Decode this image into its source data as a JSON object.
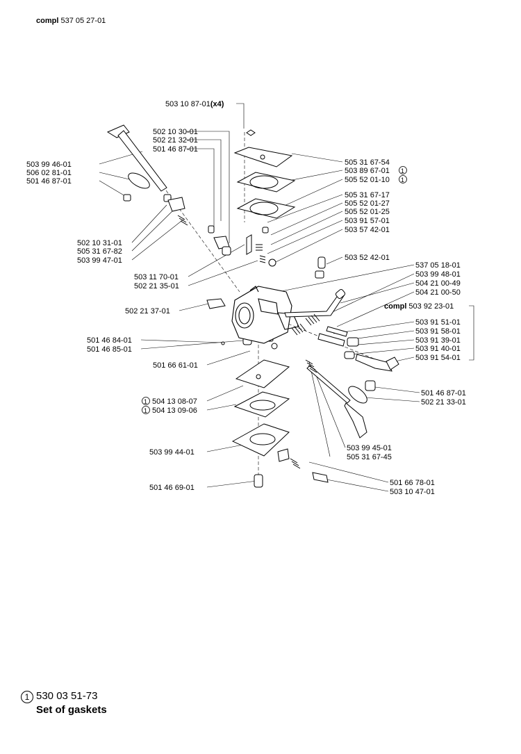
{
  "header": {
    "prefix": "compl",
    "number": "537 05 27-01"
  },
  "labels_left": [
    "503 99 46-01",
    "506 02 81-01",
    "501 46 87-01",
    "502 10 30-01",
    "502 21 32-01",
    "501 46 87-01",
    "502 10 31-01",
    "505 31 67-82",
    "503 99 47-01",
    "503 11 70-01",
    "502 21 35-01",
    "502 21 37-01",
    "501 46 84-01",
    "501 46 85-01",
    "501 66 61-01",
    "504 13 08-07",
    "504 13 09-06",
    "503 99 44-01",
    "501 46 69-01"
  ],
  "label_top": {
    "number": "503 10 87-01",
    "qty": "(x4)"
  },
  "labels_right": [
    "505 31 67-54",
    "503 89 67-01",
    "505 52 01-10",
    "505 31 67-17",
    "505 52 01-27",
    "505 52 01-25",
    "503 91 57-01",
    "503 57 42-01",
    "503 52 42-01",
    "537 05 18-01",
    "503 99 48-01",
    "504 21 00-49",
    "504 21 00-50",
    "503 92 23-01",
    "503 91 51-01",
    "503 91 58-01",
    "503 91 39-01",
    "503 91 40-01",
    "503 91 54-01",
    "501 46 87-01",
    "502 21 33-01",
    "503 99 45-01",
    "505 31 67-45",
    "501 66 78-01",
    "503 10 47-01"
  ],
  "compl_prefix": "compl",
  "gasket_mark": "1",
  "footer": {
    "mark": "1",
    "number": "530 03 51-73",
    "title": "Set of gaskets"
  }
}
